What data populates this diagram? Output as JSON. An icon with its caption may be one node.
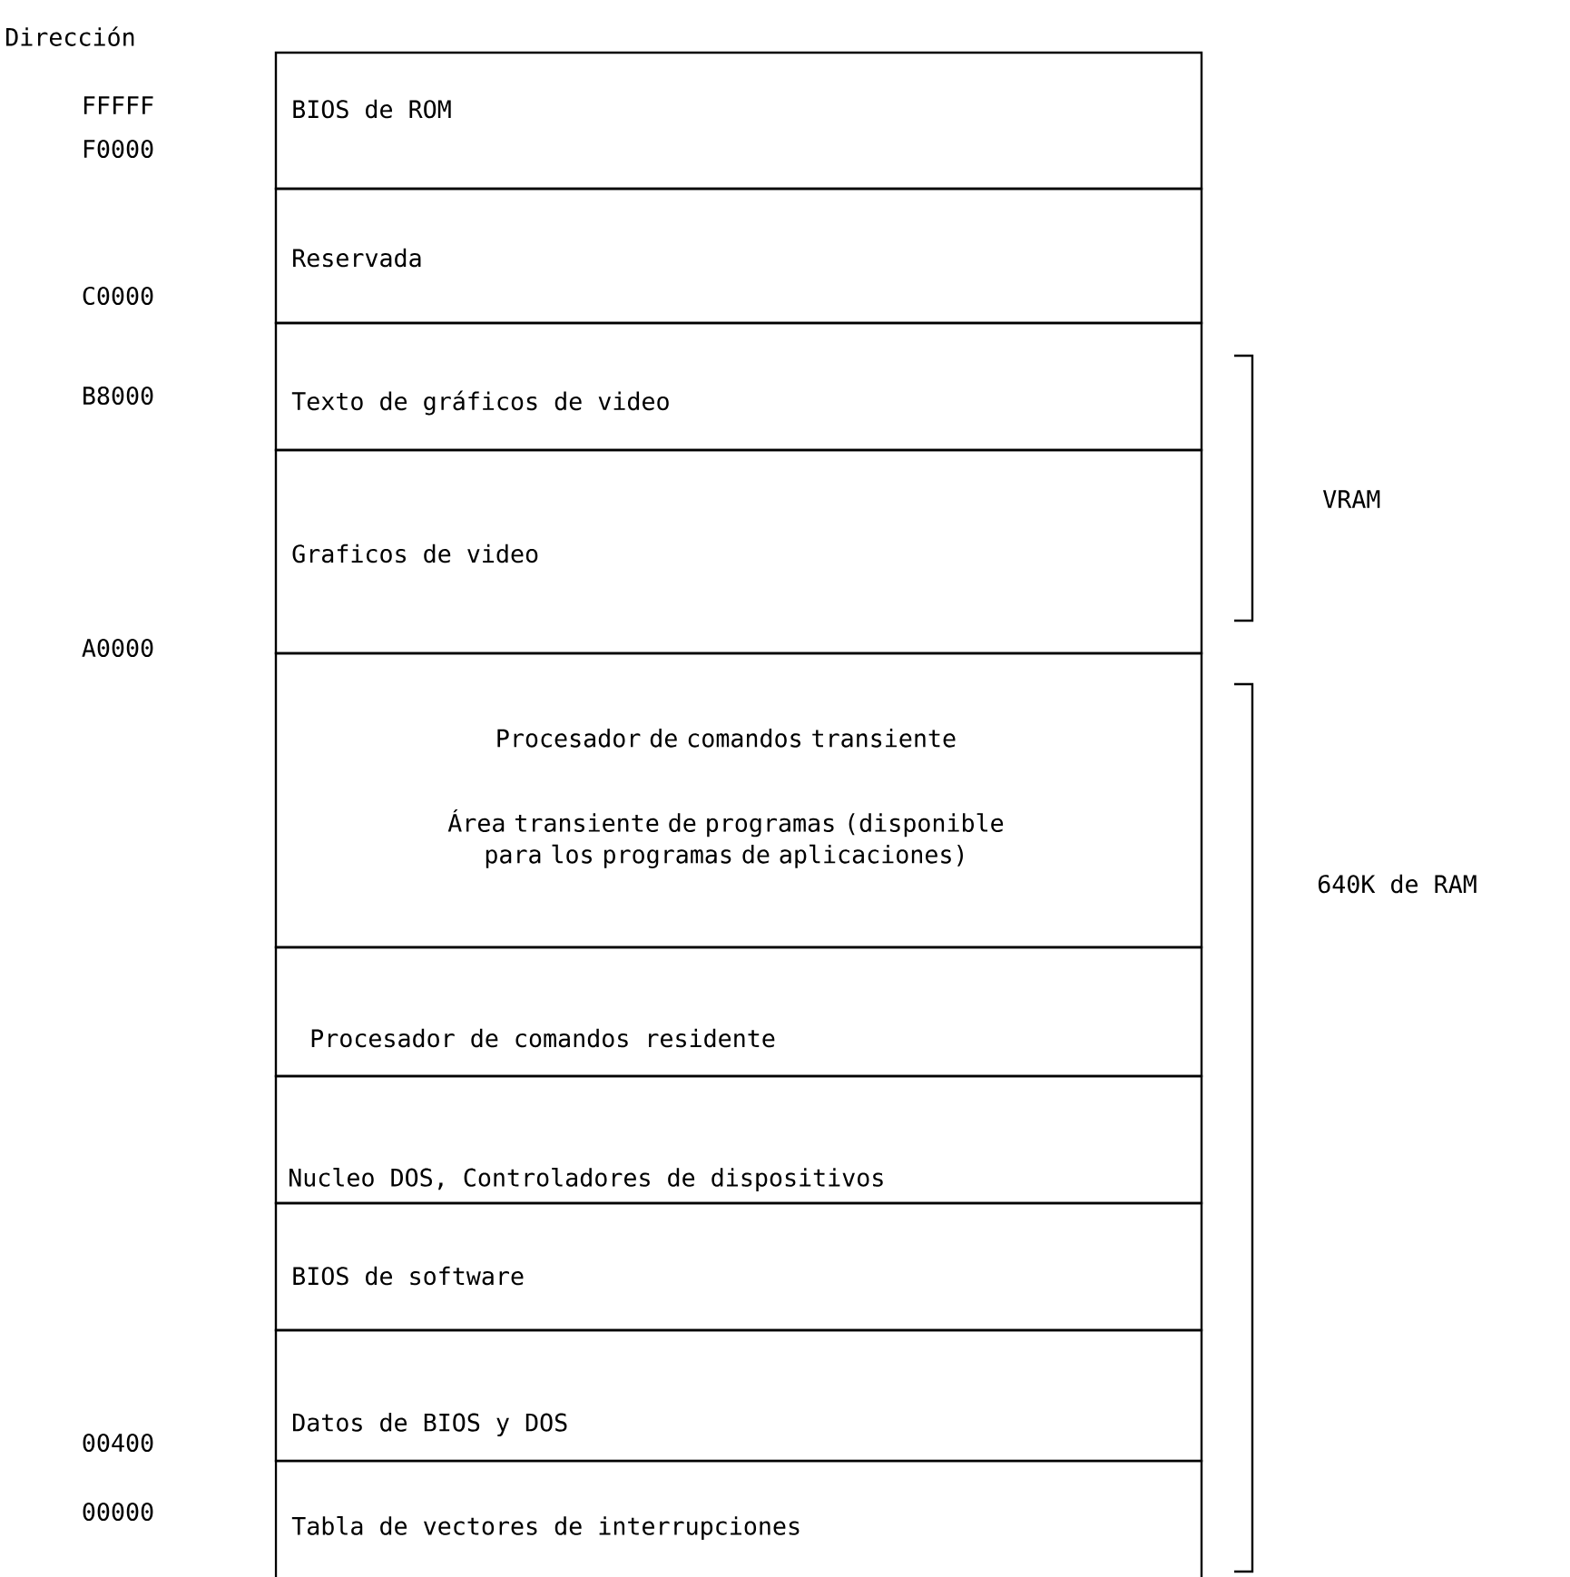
{
  "diagram": {
    "nodes": [
      {
        "text": [
          "BIOS de ROM"
        ]
      },
      {
        "text": [
          "Reservada"
        ]
      },
      {
        "text": [
          "Texto de gráficos de video"
        ]
      },
      {
        "text": [
          "Graficos de video"
        ]
      },
      {
        "text": [
          "Procesador de comandos transiente",
          "Área transiente de programas (disponible para los programas de aplicaciones)"
        ]
      },
      {
        "text": [
          "Procesador de comandos residente"
        ]
      },
      {
        "text": [
          "Nucleo DOS, Controladores de dispositivos"
        ]
      },
      {
        "text": [
          "BIOS de software"
        ]
      },
      {
        "text": [
          "Datos de BIOS y DOS"
        ]
      },
      {
        "text": [
          "Tabla de vectores de interrupciones"
        ]
      }
    ],
    "labels": [
      "Dirección",
      "FFFFF",
      "F0000",
      "C0000",
      "B8000",
      "VRAM",
      "A0000",
      "640K de RAM",
      "00400",
      "00000"
    ]
  }
}
